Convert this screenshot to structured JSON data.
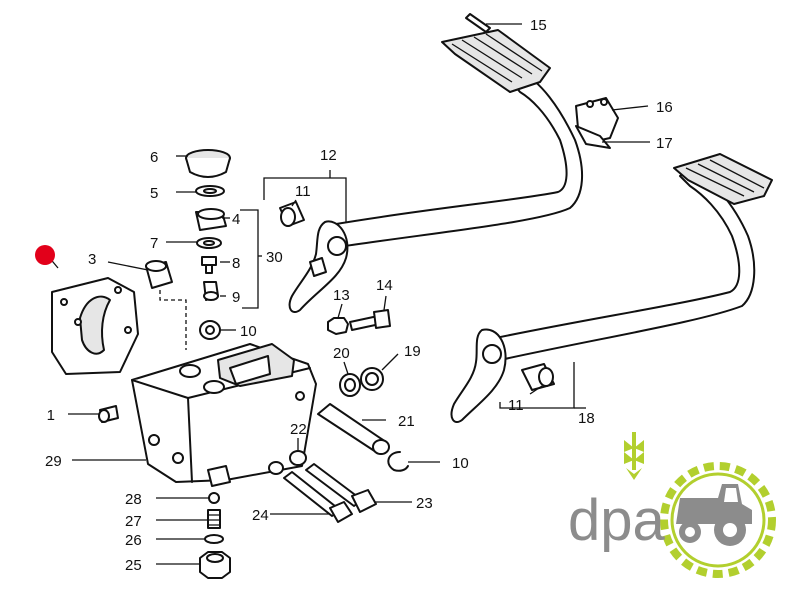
{
  "diagram": {
    "labels": [
      "1",
      "3",
      "5",
      "6",
      "7",
      "4",
      "8",
      "9",
      "10",
      "11",
      "12",
      "13",
      "14",
      "15",
      "16",
      "17",
      "11",
      "18",
      "19",
      "20",
      "21",
      "22",
      "10",
      "23",
      "24",
      "25",
      "26",
      "27",
      "28",
      "29",
      "30"
    ],
    "marker_color": "#e2001a"
  },
  "logo": {
    "text": "dpa",
    "text_color": "#8c8c8c",
    "accent_color": "#b2cf2e"
  }
}
